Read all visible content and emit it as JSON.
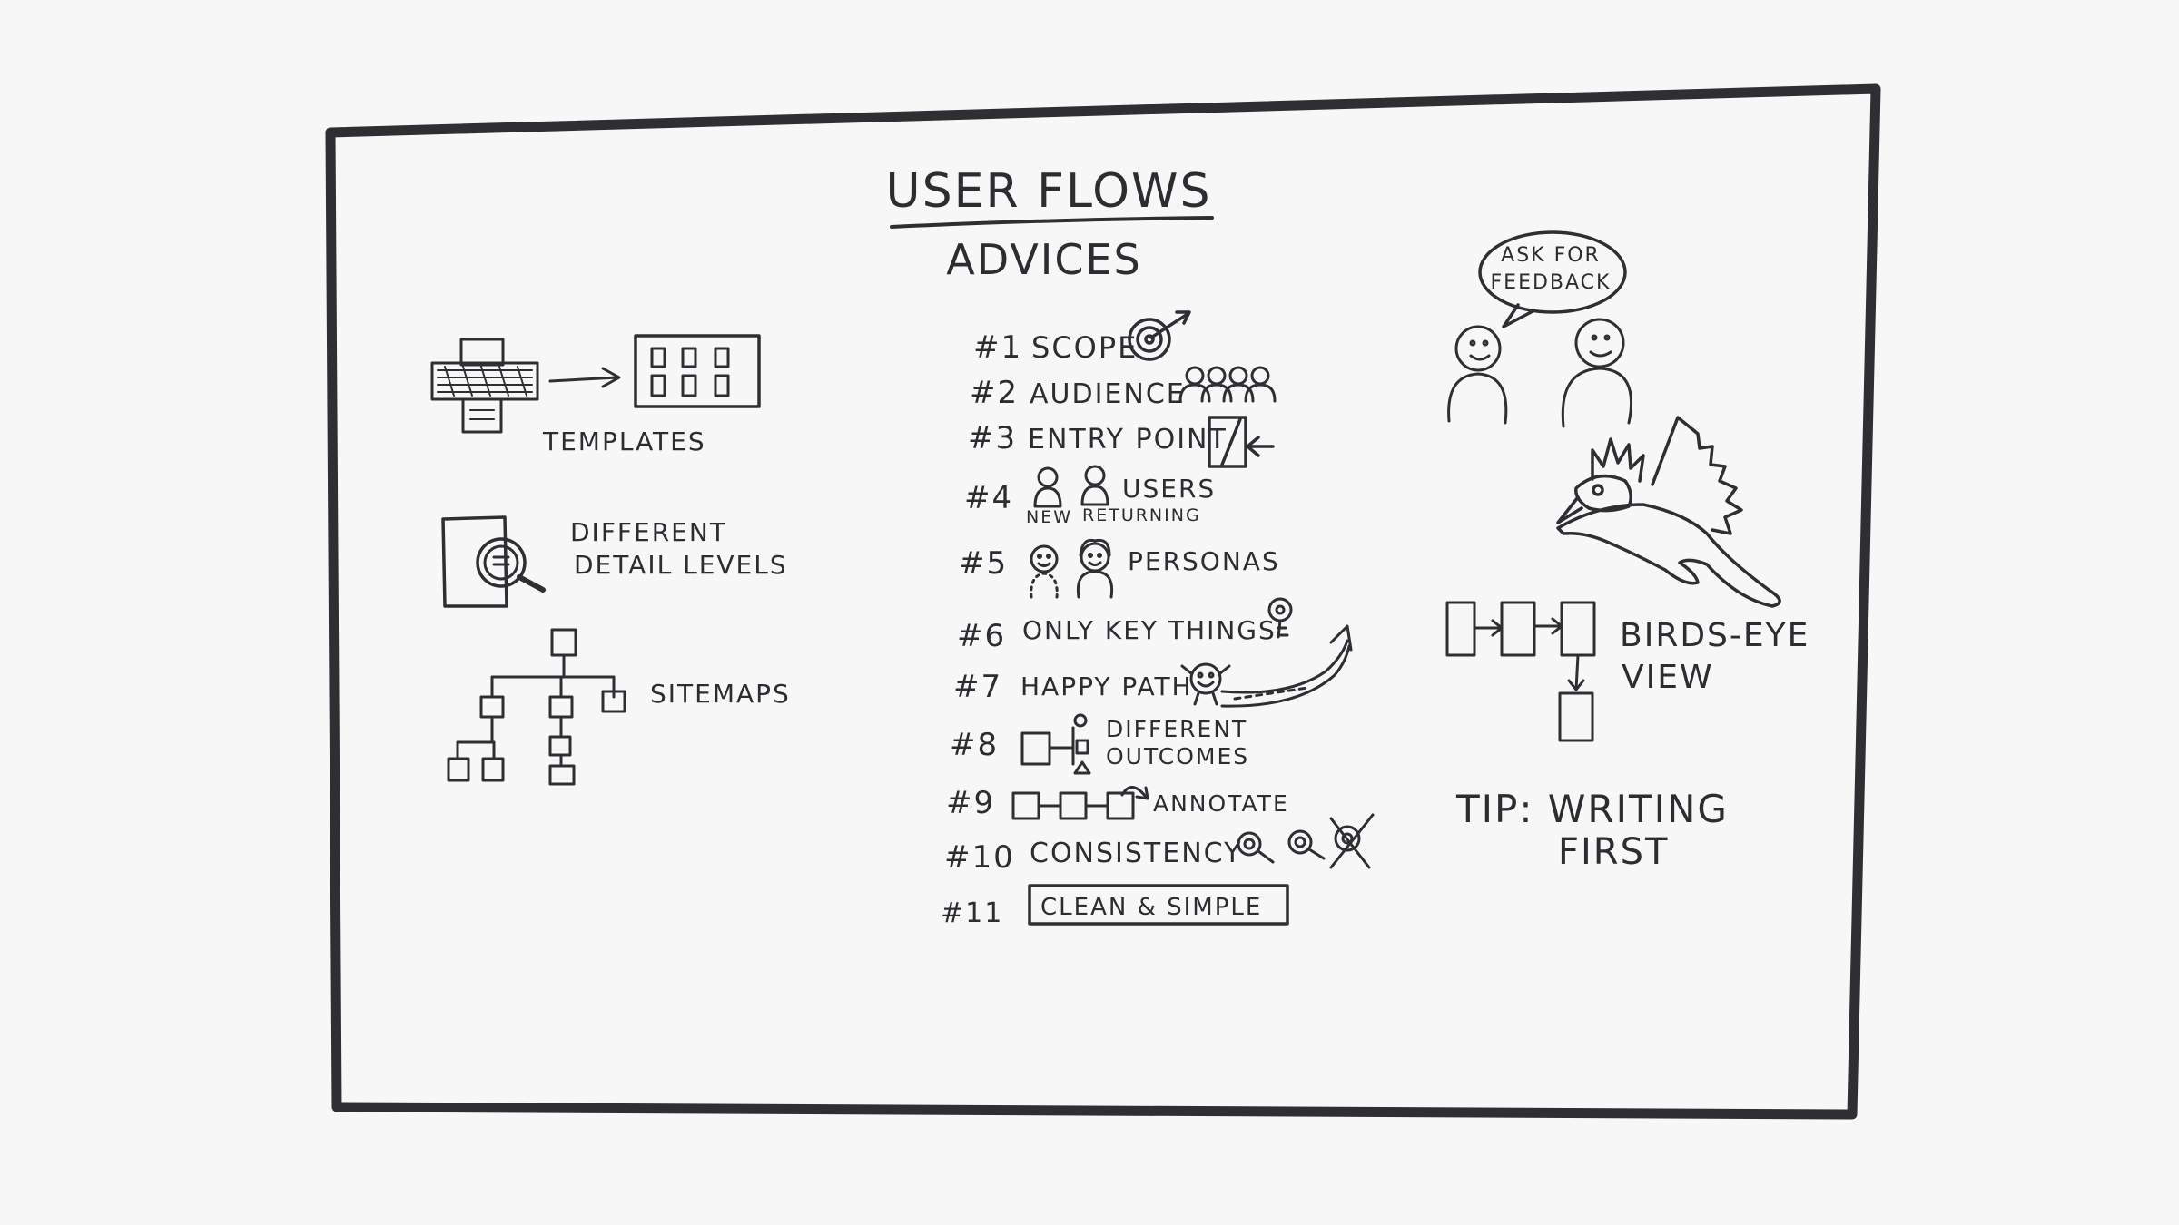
{
  "title": "USER FLOWS",
  "subtitle": "ADVICES",
  "left_items": {
    "templates": "TEMPLATES",
    "detail_line1": "DIFFERENT",
    "detail_line2": "DETAIL LEVELS",
    "sitemaps": "SITEMAPS"
  },
  "advices": [
    {
      "num": "#1",
      "label": "SCOPE",
      "icon": "target-icon"
    },
    {
      "num": "#2",
      "label": "AUDIENCE",
      "icon": "people-icon"
    },
    {
      "num": "#3",
      "label": "ENTRY POINT",
      "icon": "door-arrow-icon"
    },
    {
      "num": "#4",
      "label": "USERS",
      "sub_new": "NEW",
      "sub_returning": "RETURNING",
      "icon": "user-icon"
    },
    {
      "num": "#5",
      "label": "PERSONAS",
      "icon": "persona-icon"
    },
    {
      "num": "#6",
      "label": "ONLY KEY THINGS",
      "icon": "key-icon"
    },
    {
      "num": "#7",
      "label": "HAPPY PATH",
      "icon": "smiley-path-icon"
    },
    {
      "num": "#8",
      "label_line1": "DIFFERENT",
      "label_line2": "OUTCOMES",
      "icon": "branch-icon"
    },
    {
      "num": "#9",
      "label": "ANNOTATE",
      "icon": "flow-boxes-icon"
    },
    {
      "num": "#10",
      "label": "CONSISTENCY",
      "icon": "magnifier-icon"
    },
    {
      "num": "#11",
      "label": "CLEAN & SIMPLE",
      "icon": "box-frame-icon"
    }
  ],
  "right_items": {
    "bubble_line1": "ASK FOR",
    "bubble_line2": "FEEDBACK",
    "birds_line1": "BIRDS-EYE",
    "birds_line2": "VIEW",
    "tip_line1": "TIP: WRITING",
    "tip_line2": "FIRST"
  },
  "colors": {
    "ink": "#2f2f33",
    "paper": "#f7f7f8"
  }
}
